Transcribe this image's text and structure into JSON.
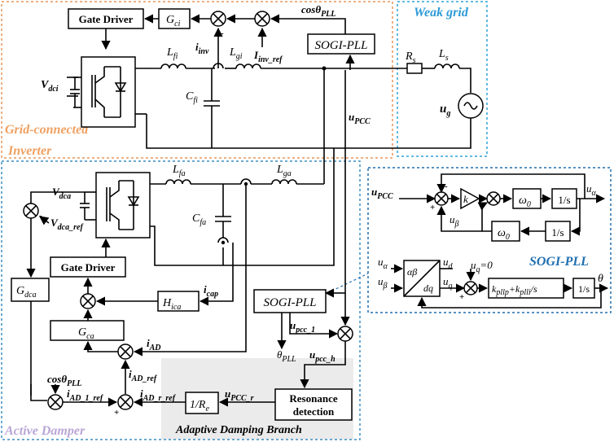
{
  "colors": {
    "inverter_border": "#E8965A",
    "weak_grid_border": "#2EA3D8",
    "damper_border": "#3B8EC4",
    "sogi_border": "#1F6FB0",
    "inverter_label": "#F0A060",
    "weak_grid_label": "#2E9BD6",
    "damper_label": "#B9A6D6",
    "sogi_label": "#1F6FB0",
    "adaptive_bg": "#EBEBEB"
  },
  "regions": {
    "inverter_label_1": "Grid-connected",
    "inverter_label_2": "Inverter",
    "weak_grid_label": "Weak grid",
    "damper_label": "Active Damper",
    "sogi_label": "SOGI-PLL",
    "adaptive_label": "Adaptive Damping Branch"
  },
  "blocks": {
    "gate_driver_top": "Gate Driver",
    "gate_driver_bottom": "Gate Driver",
    "sogi_pll_top": "SOGI-PLL",
    "sogi_pll_bottom": "SOGI-PLL",
    "resonance_1": "Resonance",
    "resonance_2": "detection",
    "one_over_s": "1/s",
    "k": "k",
    "omega0": "ω",
    "omega0_sub": "0",
    "dq": "dq",
    "alphabeta": "αβ",
    "one_over_re": "1/R",
    "one_over_re_sub": "e"
  },
  "labels": {
    "g": "G",
    "h": "H",
    "sub_ci": "ci",
    "sub_ca": "ca",
    "sub_dca": "dca",
    "sub_ica": "ica",
    "cos_theta": "cosθ",
    "sub_pll": "PLL",
    "theta": "θ",
    "i": "i",
    "I": "I",
    "u": "u",
    "V": "V",
    "L": "L",
    "C": "C",
    "R": "R",
    "sub_inv": "inv",
    "sub_inv_ref": "inv_ref",
    "sub_fi": "fi",
    "sub_gi": "gi",
    "sub_fa": "fa",
    "sub_ga": "ga",
    "sub_s": "s",
    "sub_g": "g",
    "sub_pcc_caps": "PCC",
    "sub_pcc_1": "pcc_1",
    "sub_pcc_h": "pcc_h",
    "sub_pcc_r": "PCC_r",
    "sub_dci": "dci",
    "sub_dca_ref": "dca_ref",
    "sub_cap": "cap",
    "sub_ad": "AD",
    "sub_ad_ref": "AD_ref",
    "sub_ad_r_ref": "AD_r_ref",
    "sub_ad_1_ref": "AD_1_ref",
    "sub_alpha": "α",
    "sub_beta": "β",
    "sub_d": "d",
    "sub_q": "q",
    "uq_eq": "=0",
    "kpll": "k",
    "sub_pllp": "pllp",
    "plus": "+",
    "sub_plli": "plli",
    "div_s": "/s",
    "sign_plus": "+",
    "sign_minus": "-"
  }
}
